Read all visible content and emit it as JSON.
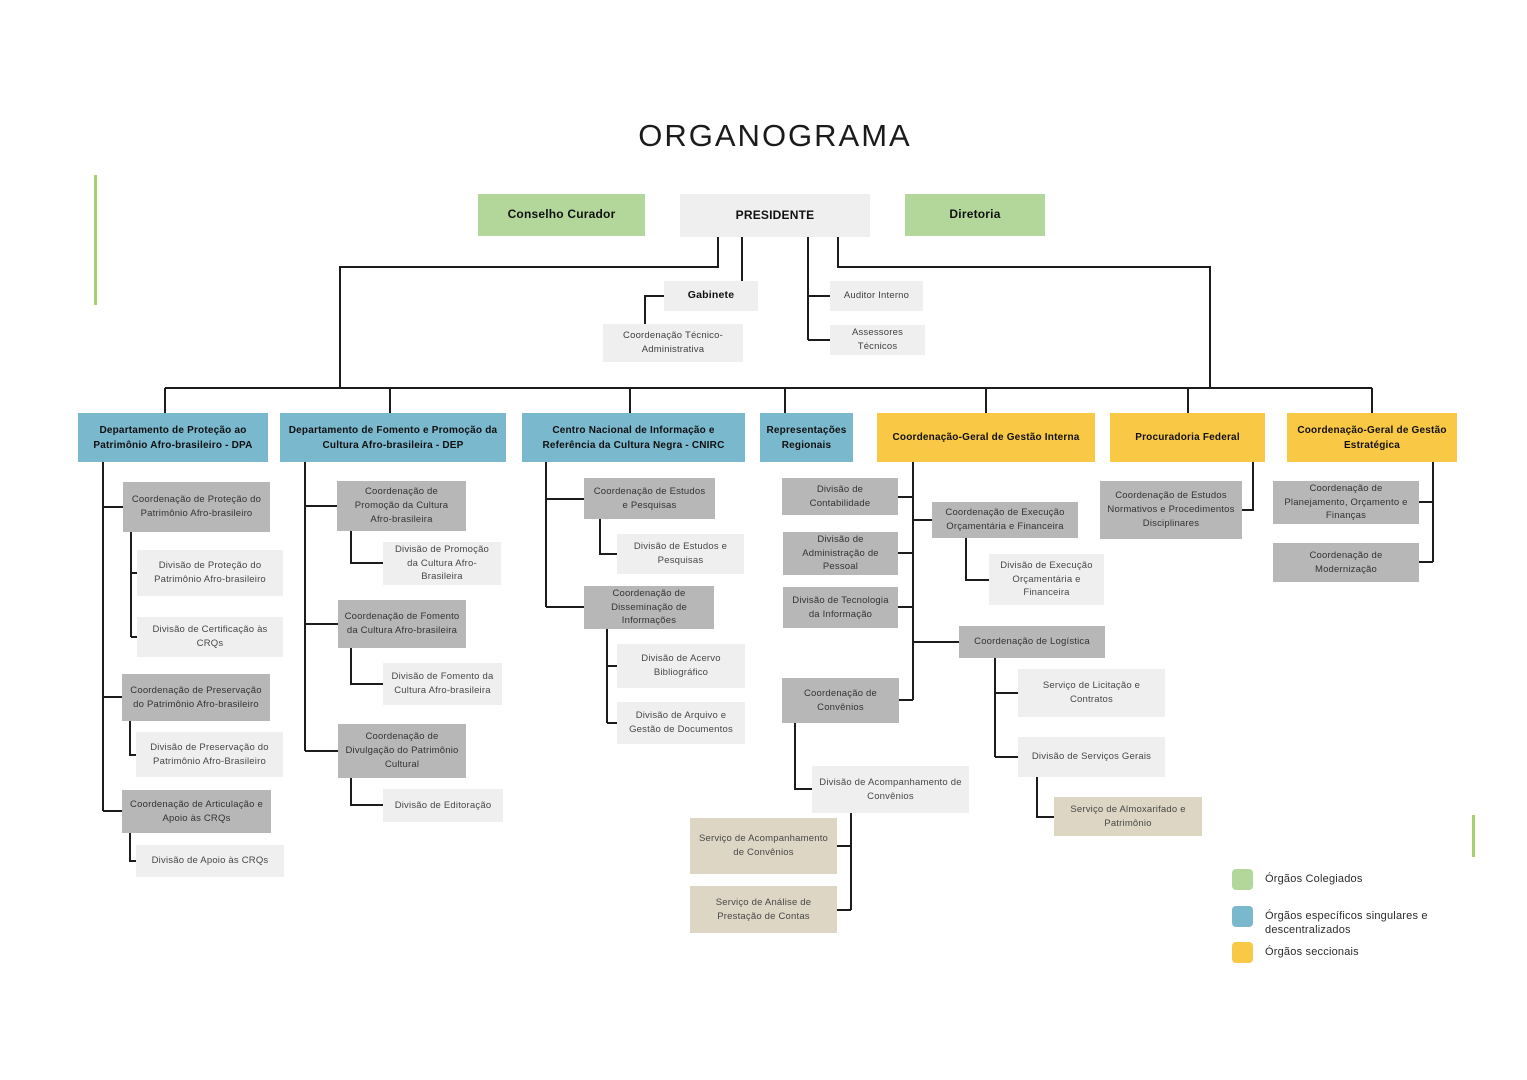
{
  "title": "ORGANOGRAMA",
  "colors": {
    "colegiado": "#b3d79b",
    "especifico_singular": "#7ab8ce",
    "seccional": "#f9c845",
    "coordenacao": "#b7b7b7",
    "divisao": "#efefef",
    "servico": "#ddd6c4",
    "line": "#1c1c1c",
    "accent": "#a9cf6f"
  },
  "nodes": {
    "conselho_curador": {
      "label": "Conselho Curador"
    },
    "presidente": {
      "label": "PRESIDENTE"
    },
    "diretoria": {
      "label": "Diretoria"
    },
    "gabinete": {
      "label": "Gabinete"
    },
    "coord_tecnico_administrativa": {
      "label": "Coordenação Técnico-Administrativa"
    },
    "auditor_interno": {
      "label": "Auditor Interno"
    },
    "assessores_tecnicos": {
      "label": "Assessores Técnicos"
    },
    "dpa": {
      "label": "Departamento de Proteção ao Patrimônio Afro-brasileiro - DPA"
    },
    "dep": {
      "label": "Departamento de Fomento e Promoção da Cultura Afro-brasileira - DEP"
    },
    "cnirc": {
      "label": "Centro Nacional de Informação e Referência da Cultura Negra - CNIRC"
    },
    "representacoes_regionais": {
      "label": "Representações Regionais"
    },
    "cg_gestao_interna": {
      "label": "Coordenação-Geral de Gestão Interna"
    },
    "procuradoria_federal": {
      "label": "Procuradoria Federal"
    },
    "cg_gestao_estrategica": {
      "label": "Coordenação-Geral de Gestão Estratégica"
    },
    "coord_protecao": {
      "label": "Coordenação de Proteção do Patrimônio Afro-brasileiro"
    },
    "div_protecao": {
      "label": "Divisão de Proteção do Patrimônio Afro-brasileiro"
    },
    "div_certificacao": {
      "label": "Divisão de Certificação às CRQs"
    },
    "coord_preservacao": {
      "label": "Coordenação de Preservação do Patrimônio Afro-brasileiro"
    },
    "div_preservacao": {
      "label": "Divisão de Preservação do Patrimônio Afro-Brasileiro"
    },
    "coord_articulacao": {
      "label": "Coordenação de Articulação e Apoio às CRQs"
    },
    "div_apoio_crqs": {
      "label": "Divisão de Apoio às CRQs"
    },
    "coord_promocao": {
      "label": "Coordenação de Promoção da Cultura Afro-brasileira"
    },
    "div_promocao": {
      "label": "Divisão de Promoção da Cultura Afro-Brasileira"
    },
    "coord_fomento": {
      "label": "Coordenação de Fomento da Cultura Afro-brasileira"
    },
    "div_fomento": {
      "label": "Divisão de Fomento da Cultura Afro-brasileira"
    },
    "coord_divulgacao": {
      "label": "Coordenação de Divulgação do Patrimônio Cultural"
    },
    "div_editoracao": {
      "label": "Divisão de Editoração"
    },
    "coord_estudos_pesquisas": {
      "label": "Coordenação de Estudos e Pesquisas"
    },
    "div_estudos_pesquisas": {
      "label": "Divisão de Estudos e Pesquisas"
    },
    "coord_disseminacao": {
      "label": "Coordenação de Disseminação de Informações"
    },
    "div_acervo": {
      "label": "Divisão de Acervo Bibliográfico"
    },
    "div_arquivo": {
      "label": "Divisão de Arquivo e Gestão de Documentos"
    },
    "div_contabilidade": {
      "label": "Divisão de Contabilidade"
    },
    "div_adm_pessoal": {
      "label": "Divisão de Administração de Pessoal"
    },
    "div_tecnologia": {
      "label": "Divisão de Tecnologia da Informação"
    },
    "coord_convenios": {
      "label": "Coordenação de Convênios"
    },
    "coord_exec_orcamentaria": {
      "label": "Coordenação de Execução Orçamentária e Financeira"
    },
    "div_exec_orcamentaria": {
      "label": "Divisão de Execução Orçamentária e Financeira"
    },
    "coord_logistica": {
      "label": "Coordenação de Logística"
    },
    "serv_licitacao": {
      "label": "Serviço de Licitação e Contratos"
    },
    "div_servicos_gerais": {
      "label": "Divisão de Serviços Gerais"
    },
    "serv_almoxarifado": {
      "label": "Serviço de Almoxarifado e Patrimônio"
    },
    "div_acompanhamento_convenios": {
      "label": "Divisão de Acompanhamento de Convênios"
    },
    "serv_acompanhamento_convenios": {
      "label": "Serviço de Acompanhamento de Convênios"
    },
    "serv_analise_contas": {
      "label": "Serviço de Análise de Prestação de Contas"
    },
    "coord_estudos_normativos": {
      "label": "Coordenação de Estudos Normativos e Procedimentos Disciplinares"
    },
    "coord_planejamento": {
      "label": "Coordenação de Planejamento, Orçamento e Finanças"
    },
    "coord_modernizacao": {
      "label": "Coordenação de Modernização"
    }
  },
  "legend": {
    "colegiados": {
      "label": "Órgãos Colegiados",
      "color": "#b3d79b"
    },
    "especificos": {
      "label": "Órgãos específicos singulares e descentralizados",
      "color": "#7ab8ce"
    },
    "seccionais": {
      "label": "Órgãos seccionais",
      "color": "#f9c845"
    }
  }
}
